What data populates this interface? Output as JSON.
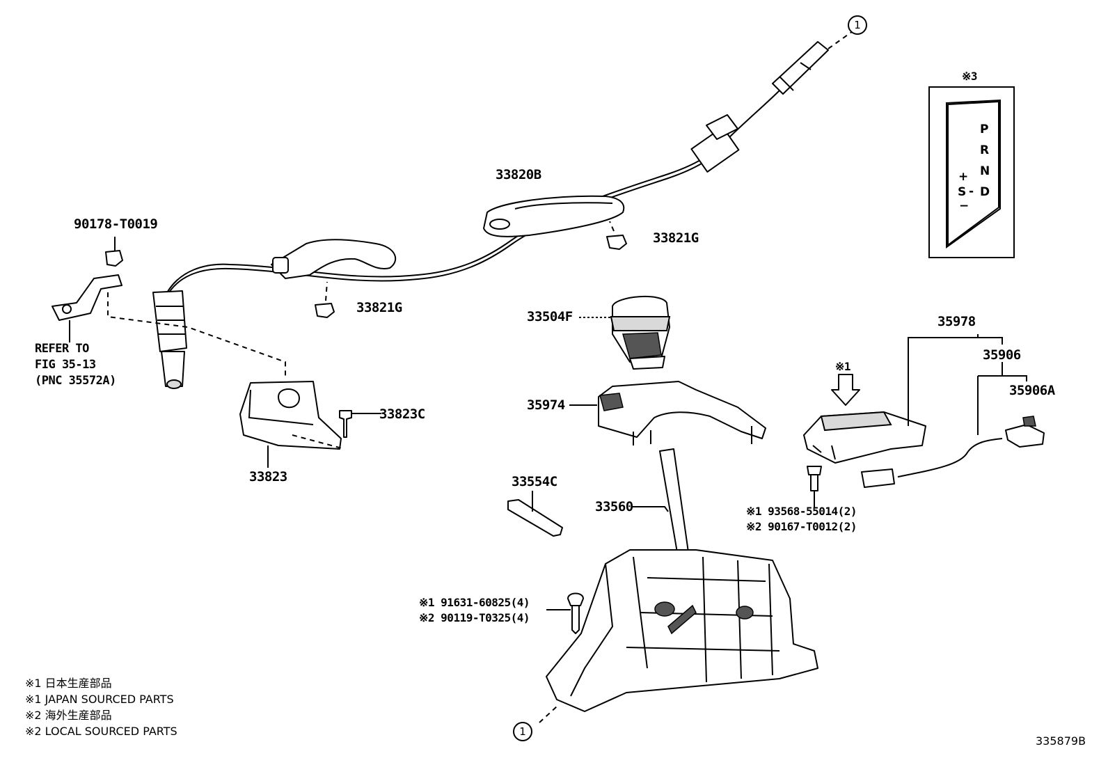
{
  "callouts": {
    "top": "1",
    "bottom": "1"
  },
  "parts": {
    "p33820B": "33820B",
    "p90178": "90178-T0019",
    "p33821G_a": "33821G",
    "p33821G_b": "33821G",
    "p33504F": "33504F",
    "p35974": "35974",
    "p33823C": "33823C",
    "p33823": "33823",
    "p33554C": "33554C",
    "p33560": "33560",
    "p35978": "35978",
    "p35906": "35906",
    "p35906A": "35906A",
    "mark1_arrow": "※1",
    "mark3": "※3",
    "bolt1": "※1  93568-55014(2)",
    "bolt2": "※2  90167-T0012(2)",
    "screw1": "※1  91631-60825(4)",
    "screw2": "※2  90119-T0325(4)"
  },
  "refer": [
    "REFER TO",
    "FIG 35-13",
    "(PNC 35572A)"
  ],
  "pattern": {
    "P": "P",
    "R": "R",
    "N": "N",
    "D": "D",
    "plus": "+",
    "S": "S",
    "minus": "−",
    "dash": "-"
  },
  "legend": [
    "※1 日本生産部品",
    "※1 JAPAN SOURCED PARTS",
    "※2 海外生産部品",
    "※2 LOCAL SOURCED PARTS"
  ],
  "figure_id": "335879B"
}
